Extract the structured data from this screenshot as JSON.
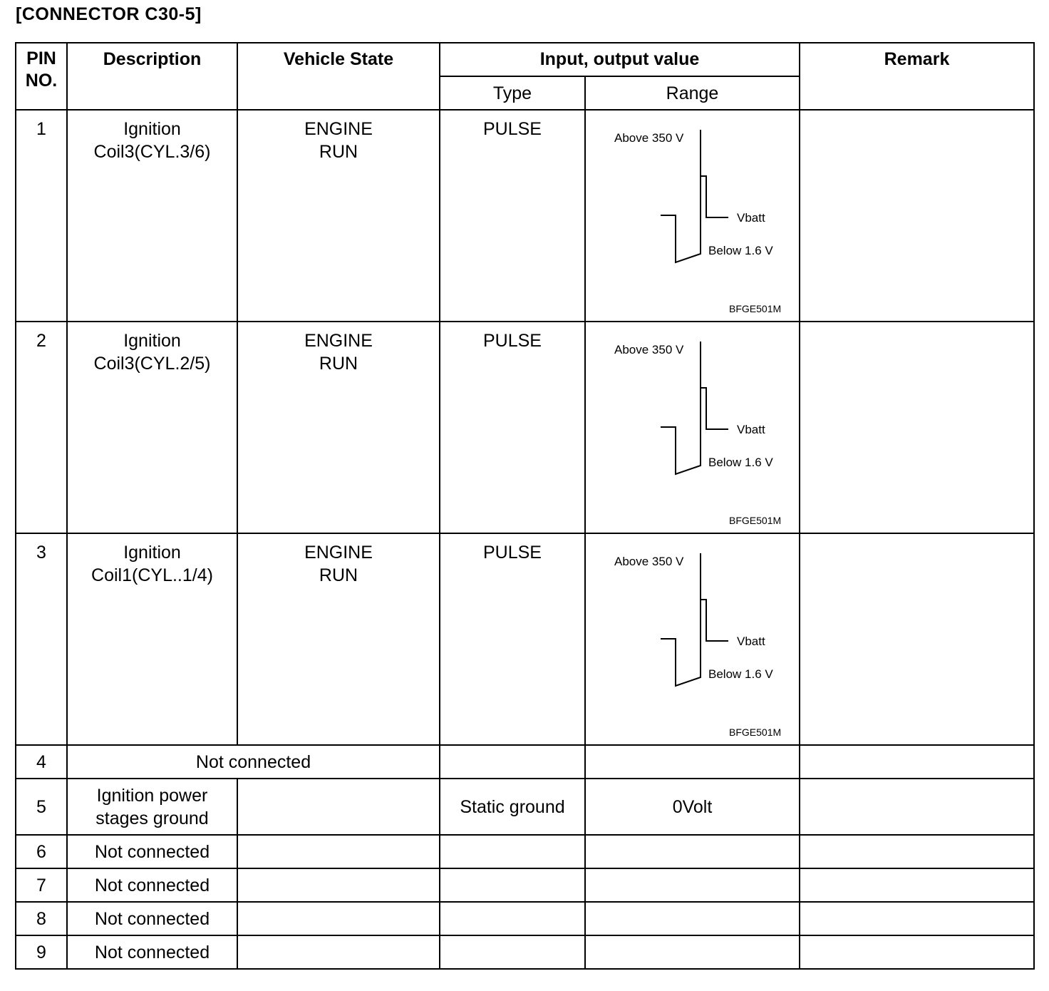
{
  "title": "[CONNECTOR C30-5]",
  "headers": {
    "pin": "PIN NO.",
    "pin_line1": "PIN",
    "pin_line2": "NO.",
    "description": "Description",
    "vehicle_state": "Vehicle State",
    "io_value": "Input, output value",
    "type": "Type",
    "range": "Range",
    "remark": "Remark"
  },
  "waveform": {
    "above": "Above 350 V",
    "vbatt": "Vbatt",
    "below": "Below 1.6 V",
    "code": "BFGE501M"
  },
  "rows": [
    {
      "pin": "1",
      "desc_line1": "Ignition",
      "desc_line2": "Coil3(CYL.3/6)",
      "state_line1": "ENGINE",
      "state_line2": "RUN",
      "type": "PULSE",
      "remark": ""
    },
    {
      "pin": "2",
      "desc_line1": "Ignition",
      "desc_line2": "Coil3(CYL.2/5)",
      "state_line1": "ENGINE",
      "state_line2": "RUN",
      "type": "PULSE",
      "remark": ""
    },
    {
      "pin": "3",
      "desc_line1": "Ignition",
      "desc_line2": "Coil1(CYL..1/4)",
      "state_line1": "ENGINE",
      "state_line2": "RUN",
      "type": "PULSE",
      "remark": ""
    },
    {
      "pin": "4",
      "desc": "Not connected"
    },
    {
      "pin": "5",
      "desc_line1": "Ignition power",
      "desc_line2": "stages ground",
      "type": "Static ground",
      "range": "0Volt"
    },
    {
      "pin": "6",
      "desc": "Not connected"
    },
    {
      "pin": "7",
      "desc": "Not connected"
    },
    {
      "pin": "8",
      "desc": "Not connected"
    },
    {
      "pin": "9",
      "desc": "Not connected"
    }
  ]
}
